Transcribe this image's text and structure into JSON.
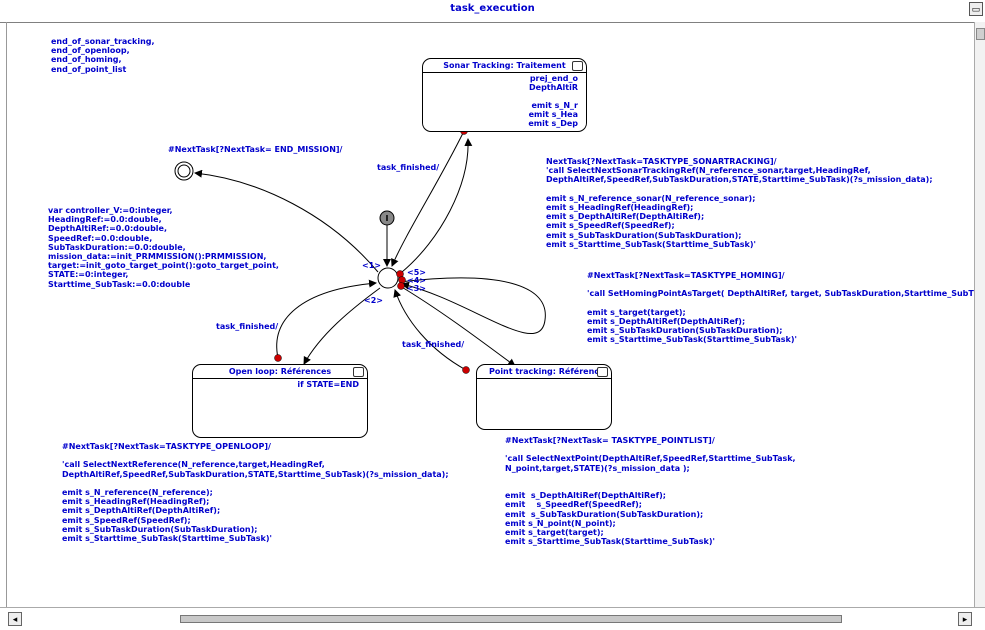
{
  "window": {
    "title": "task_execution"
  },
  "declarations": {
    "events": "end_of_sonar_tracking,\nend_of_openloop,\nend_of_homing,\nend_of_point_list",
    "variables": "var controller_V:=0:integer,\nHeadingRef:=0.0:double,\nDepthAltiRef:=0.0:double,\nSpeedRef:=0.0:double,\nSubTaskDuration:=0.0:double,\nmission_data:=init_PRMMISSION():PRMMISSION,\ntarget:=init_goto_target_point():goto_target_point,\nSTATE:=0:integer,\nStarttime_SubTask:=0.0:double"
  },
  "states": {
    "sonar": {
      "title": "Sonar Tracking: Traitement",
      "body": "prej_end_o\nDepthAltiR\n\nemit s_N_r\nemit s_Hea\nemit s_Dep"
    },
    "openloop": {
      "title": "Open loop: Références",
      "body": "if STATE=END"
    },
    "point": {
      "title": "Point tracking: Référenc"
    }
  },
  "center_labels": {
    "c1": "<1>",
    "c2": "<2>",
    "c3": "<3>",
    "c4": "<4>",
    "c5": "<5>"
  },
  "transition_labels": {
    "end_mission": "#NextTask[?NextTask= END_MISSION]/",
    "sonar_finished": "task_finished/",
    "open_finished": "task_finished/",
    "point_finished": "task_finished/",
    "sonar_tracking": "NextTask[?NextTask=TASKTYPE_SONARTRACKING]/\n'call SelectNextSonarTrackingRef(N_reference_sonar,target,HeadingRef,\nDepthAltiRef,SpeedRef,SubTaskDuration,STATE,Starttime_SubTask)(?s_mission_data);\n\nemit s_N_reference_sonar(N_reference_sonar);\nemit s_HeadingRef(HeadingRef);\nemit s_DepthAltiRef(DepthAltiRef);\nemit s_SpeedRef(SpeedRef);\nemit s_SubTaskDuration(SubTaskDuration);\nemit s_Starttime_SubTask(Starttime_SubTask)'",
    "homing": "#NextTask[?NextTask=TASKTYPE_HOMING]/\n\n'call SetHomingPointAsTarget( DepthAltiRef, target, SubTaskDuration,Starttime_SubT\n\nemit s_target(target);\nemit s_DepthAltiRef(DepthAltiRef);\nemit s_SubTaskDuration(SubTaskDuration);\nemit s_Starttime_SubTask(Starttime_SubTask)'",
    "openloop": "#NextTask[?NextTask=TASKTYPE_OPENLOOP]/\n\n'call SelectNextReference(N_reference,target,HeadingRef,\nDepthAltiRef,SpeedRef,SubTaskDuration,STATE,Starttime_SubTask)(?s_mission_data);\n\nemit s_N_reference(N_reference);\nemit s_HeadingRef(HeadingRef);\nemit s_DepthAltiRef(DepthAltiRef);\nemit s_SpeedRef(SpeedRef);\nemit s_SubTaskDuration(SubTaskDuration);\nemit s_Starttime_SubTask(Starttime_SubTask)'",
    "pointlist": "#NextTask[?NextTask= TASKTYPE_POINTLIST]/\n\n'call SelectNextPoint(DepthAltiRef,SpeedRef,Starttime_SubTask,\nN_point,target,STATE)(?s_mission_data );\n\n\nemit  s_DepthAltiRef(DepthAltiRef);\nemit    s_SpeedRef(SpeedRef);\nemit  s_SubTaskDuration(SubTaskDuration);\nemit s_N_point(N_point);\nemit s_target(target);\nemit s_Starttime_SubTask(Starttime_SubTask)'"
  },
  "initial_markers": {
    "main": "I",
    "point": "I"
  },
  "colors": {
    "text": "#0000cc",
    "dot": "#cc0000",
    "line": "#000000"
  }
}
